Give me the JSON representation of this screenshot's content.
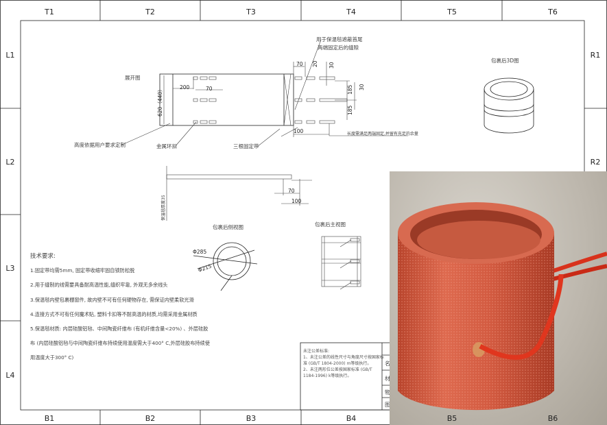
{
  "frame": {
    "top_labels": [
      "T1",
      "T2",
      "T3",
      "T4",
      "T5",
      "T6"
    ],
    "bottom_labels": [
      "B1",
      "B2",
      "B3",
      "B4",
      "B5",
      "B6"
    ],
    "left_labels": [
      "L1",
      "L2",
      "L3",
      "L4"
    ],
    "right_labels": [
      "R1",
      "R2"
    ]
  },
  "unfolded_view": {
    "title": "展开图",
    "height_dim": "620（440）",
    "dim_200": "200",
    "dim_70": "70",
    "dim_70_top": "70",
    "dim_20": "20",
    "dim_30_a": "30",
    "dim_30_b": "30",
    "dim_185_a": "185",
    "dim_185_b": "185",
    "dim_100": "100",
    "note_gap": [
      "用于保温毯遮蔽首尾",
      "两端固定后的缝隙"
    ],
    "note_height": "高度依据用户要求定制",
    "note_buckle": "金属环扣",
    "note_straps": "三根固定带",
    "note_length": "长度需满足两端固定,并留有充足的余量"
  },
  "side_strip_view": {
    "thickness_label": "保温毯厚度35",
    "dim_70": "70",
    "dim_100": "100"
  },
  "view_3d": {
    "title": "包裹后3D图"
  },
  "side_view": {
    "title": "包裹后侧视图",
    "outer_dia": "Φ285",
    "inner_dia": "Φ215"
  },
  "front_view": {
    "title": "包裹后主视图"
  },
  "tech_requirements": {
    "title": "技术要求:",
    "items": [
      "1.固定带均需5mm, 固定带收缩牢固自锁防松脱",
      "2.用于缝制的线需要具备耐高温性能,缝织牢靠, 外观无多余线头",
      "3.保温毯内壁包裹棚窗件, 故内壁不可有任何硬物存在, 需保证内壁柔软光滑",
      "4.连接方式不可有任何魔术贴, 塑料卡扣等不耐高温的材质,均需采用金属材质",
      "5.保温毯材质: 内层硅酸铝毡、中间陶瓷纤维布 (有机纤维含量<20%) 、外层硅胶",
      "布 (内层硅酸铝毡与中间陶瓷纤维布持续使用温度需大于400° C,外层硅胶布持续使",
      "用温度大于300° C)"
    ]
  },
  "tolerance_note": {
    "lines": [
      "未注公差标准:",
      "1、未注公差的线性尺寸与角度尺寸按国家标",
      "准 (GB/T 1804-2000) m等级执行。",
      "2、未注两形位公差按国家标准 (GB/T",
      "1184-1996) k等级执行。"
    ]
  },
  "title_block": {
    "cells": [
      "名",
      "材",
      "物",
      "图"
    ]
  }
}
